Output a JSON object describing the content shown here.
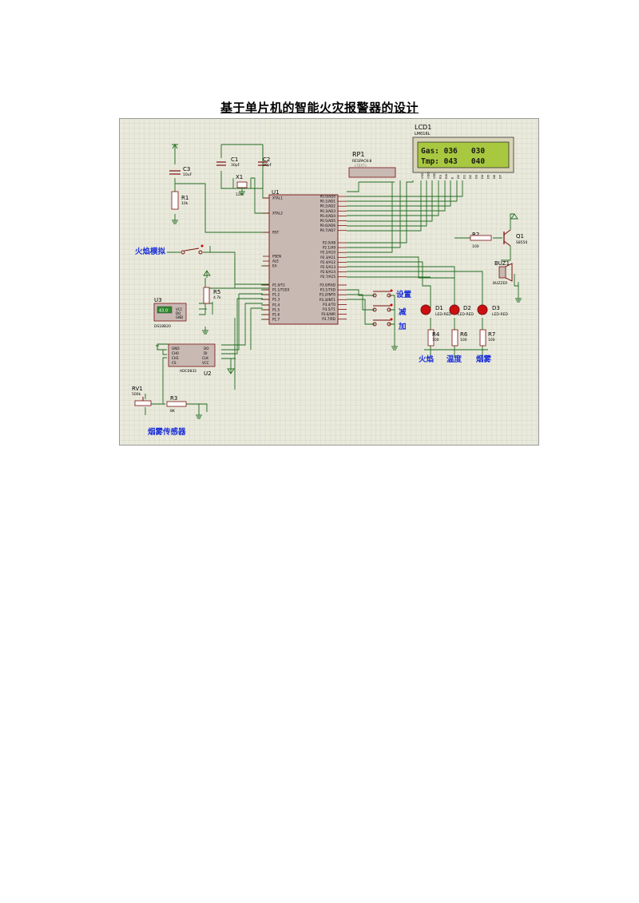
{
  "title": "基于单片机的智能火灾报警器的设计",
  "colors": {
    "grid_bg": "#e9e9dc",
    "grid_line": "#c8c8b6",
    "wire": "#1f6b1f",
    "component": "#7a1010",
    "chip_fill": "#c9b9b3",
    "lcd_bg": "#a8c840",
    "label_blue": "#1a2fd8",
    "led_red": "#cc1010"
  },
  "components": {
    "lcd": {
      "ref": "LCD1",
      "part": "LM016L",
      "line1": "Gas: 036   030",
      "line2": "Tmp: 043   040",
      "pins": [
        "VSS",
        "VDD",
        "VEE",
        "RS",
        "RW",
        "E",
        "D0",
        "D1",
        "D2",
        "D3",
        "D4",
        "D5",
        "D6",
        "D7"
      ]
    },
    "rp1": {
      "ref": "RP1",
      "part": "RESPACK-8"
    },
    "c1": {
      "ref": "C1",
      "value": "30pF"
    },
    "c2": {
      "ref": "C2",
      "value": "30pF"
    },
    "c3": {
      "ref": "C3",
      "value": "10uF"
    },
    "x1": {
      "ref": "X1",
      "value": "12M"
    },
    "r1": {
      "ref": "R1",
      "value": "10k"
    },
    "r2": {
      "ref": "R2",
      "value": "100"
    },
    "r3": {
      "ref": "R3",
      "value": "8K"
    },
    "r4": {
      "ref": "R4",
      "value": "100"
    },
    "r5": {
      "ref": "R5",
      "value": "4.7k"
    },
    "r6": {
      "ref": "R6",
      "value": "100"
    },
    "r7": {
      "ref": "R7",
      "value": "100"
    },
    "q1": {
      "ref": "Q1",
      "part": "S8550"
    },
    "buz1": {
      "ref": "BUZ1",
      "part": "BUZZER"
    },
    "u1": {
      "ref": "U1",
      "left_pins": [
        "XTAL1",
        "XTAL2",
        "RST",
        "PSEN",
        "ALE",
        "EA",
        "P1.0/T2",
        "P1.1/T2EX",
        "P1.2",
        "P1.3",
        "P1.4",
        "P1.5",
        "P1.6",
        "P1.7"
      ],
      "right_pins": [
        "P0.0/AD0",
        "P0.1/AD1",
        "P0.2/AD2",
        "P0.3/AD3",
        "P0.4/AD4",
        "P0.5/AD5",
        "P0.6/AD6",
        "P0.7/AD7",
        "P2.0/A8",
        "P2.1/A9",
        "P2.2/A10",
        "P2.3/A11",
        "P2.4/A12",
        "P2.5/A13",
        "P2.6/A14",
        "P2.7/A15",
        "P3.0/RXD",
        "P3.1/TXD",
        "P3.2/INT0",
        "P3.3/INT1",
        "P3.4/T0",
        "P3.5/T1",
        "P3.6/WR",
        "P3.7/RD"
      ]
    },
    "u2": {
      "ref": "U2",
      "part": "ADC0832",
      "pins_left": [
        "GND",
        "CH0",
        "CH1",
        "CS"
      ],
      "pins_right": [
        "DO",
        "DI",
        "CLK",
        "VCC"
      ]
    },
    "u3": {
      "ref": "U3",
      "part": "DS18B20",
      "display": "43.0",
      "pins": [
        "VCC",
        "DQ",
        "GND"
      ]
    },
    "rv1": {
      "ref": "RV1",
      "value": "500k"
    },
    "d1": {
      "ref": "D1",
      "part": "LED-RED"
    },
    "d2": {
      "ref": "D2",
      "part": "LED-RED"
    },
    "d3": {
      "ref": "D3",
      "part": "LED-RED"
    }
  },
  "labels": {
    "flame_sim": "火焰模拟",
    "set": "设置",
    "dec": "减",
    "inc": "加",
    "led1": "火焰",
    "led2": "温度",
    "led3": "烟雾",
    "smoke_sensor": "烟雾传感器",
    "text_tag": "<TEXT>"
  }
}
